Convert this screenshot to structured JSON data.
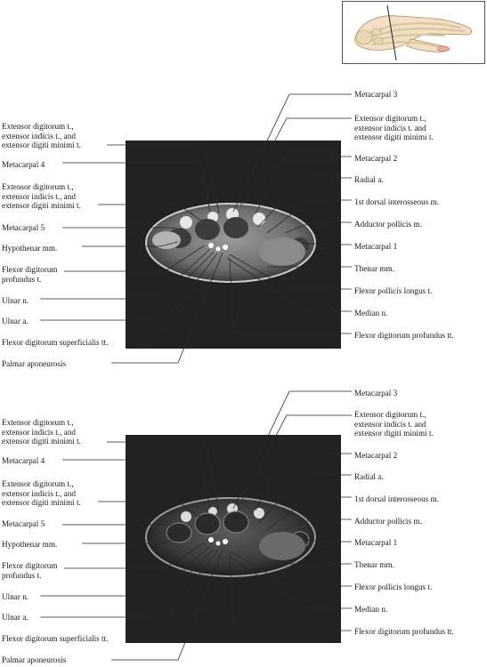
{
  "figure": {
    "inset": {
      "icon": "hand-skeleton-illustration"
    },
    "panels": [
      {
        "labels_right": [
          "Metacarpal 3",
          "Extensor digitorum t.,\nextensor indicis t. and\nextensor digiti minimi t.",
          "Metacarpal 2",
          "Radial a.",
          "1st dorsal interosseous m.",
          "Adductor pollicis m.",
          "Metacarpal 1",
          "Thenar mm.",
          "Flexor pollicis longus t.",
          "Median n.",
          "Flexor digitorum profundus tt."
        ],
        "labels_left": [
          "Extensor digitorum t.,\nextensor indicis t., and\nextensor digiti minimi t.",
          "Metacarpal 4",
          "Extensor digitorum t.,\nextensor indicis t., and\nextensor digiti minimi t.",
          "Metacarpal 5",
          "Hypothenar mm.",
          "Flexor digitorum\nprofundus t.",
          "Ulnar n.",
          "Ulnar a.",
          "Flexor digitorum superficialis tt.",
          "Palmar aponeurosis"
        ]
      },
      {
        "labels_right": [
          "Metacarpal 3",
          "Extensor digitorum t.,\nextensor indicis t. and\nextensor digiti minimi t.",
          "Metacarpal 2",
          "Radial a.",
          "1st dorsal interosseous m.",
          "Adductor pollicis m.",
          "Metacarpal 1",
          "Thenar mm.",
          "Flexor pollicis longus t.",
          "Median n.",
          "Flexor digitorum profundus tt."
        ],
        "labels_left": [
          "Extensor digitorum t.,\nextensor indicis t., and\nextensor digiti minimi t.",
          "Metacarpal 4",
          "Extensor digitorum t.,\nextensor indicis t., and\nextensor digiti minimi t.",
          "Metacarpal 5",
          "Hypothenar mm.",
          "Flexor digitorum\nprofundus t.",
          "Ulnar n.",
          "Ulnar a.",
          "Flexor digitorum superficialis tt.",
          "Palmar aponeurosis"
        ]
      }
    ]
  }
}
